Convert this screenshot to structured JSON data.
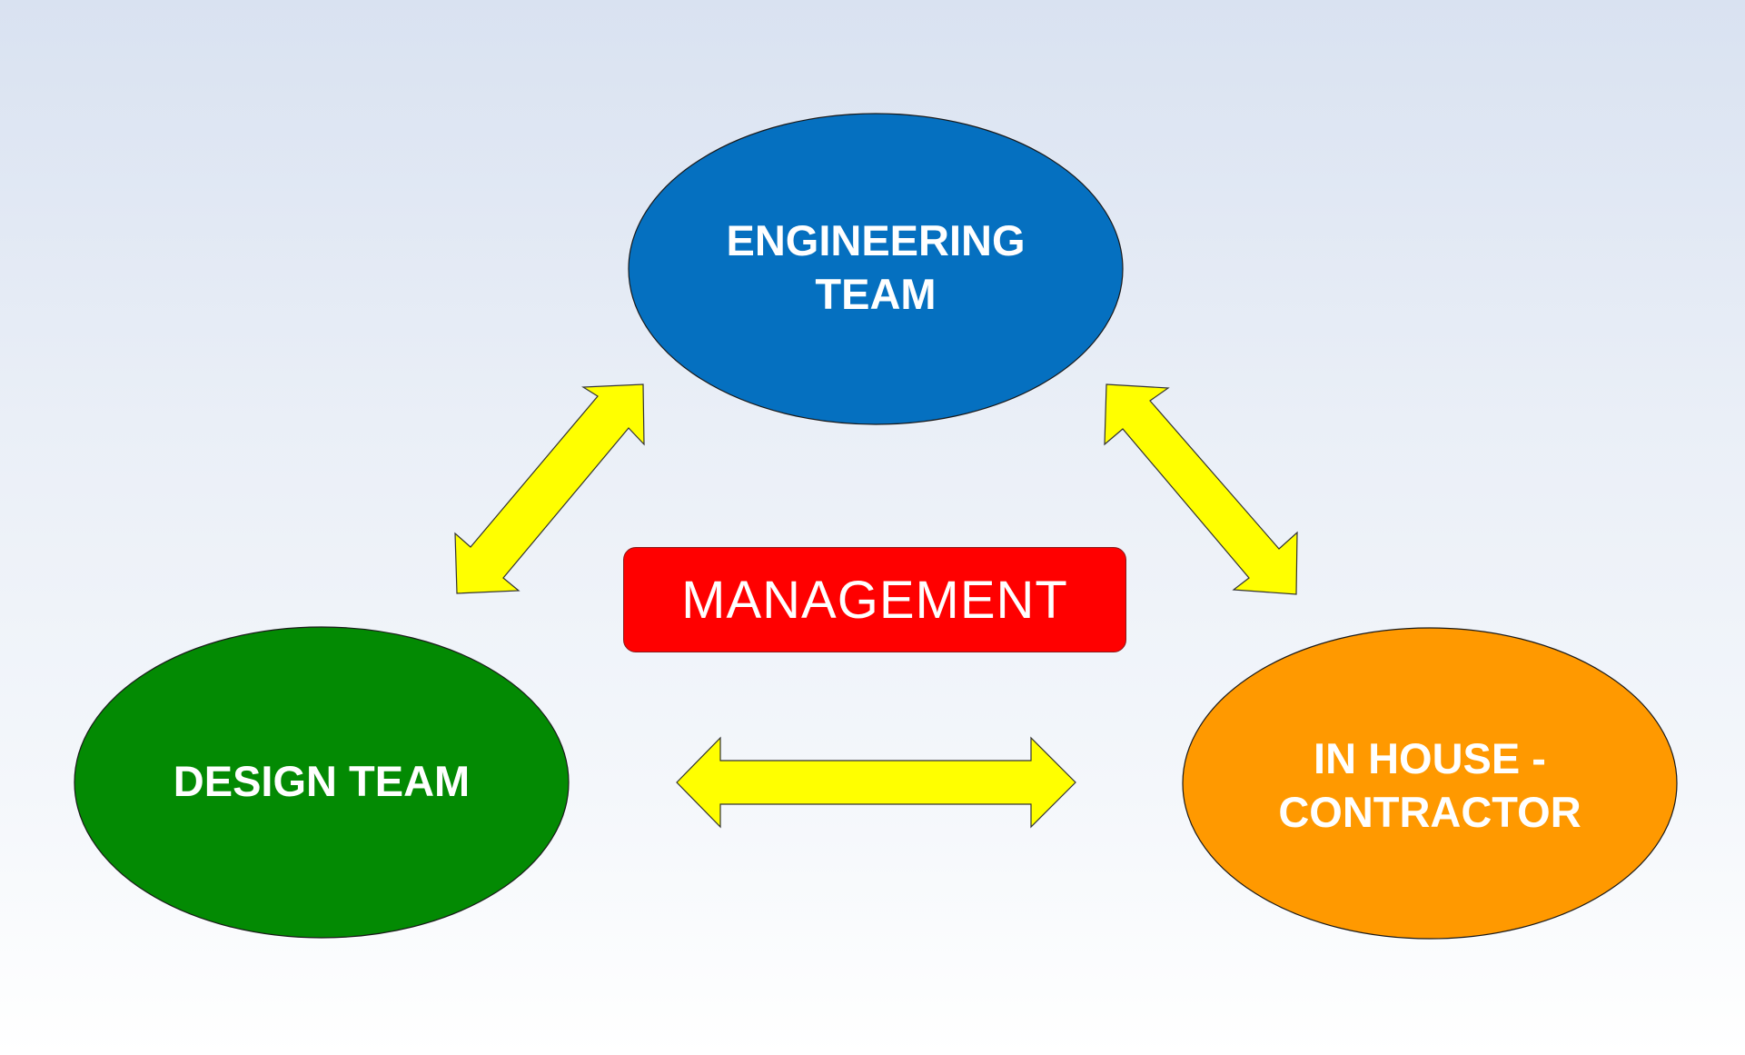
{
  "diagram": {
    "nodes": {
      "engineering": {
        "label": "ENGINEERING\nTEAM",
        "color": "#0570c0"
      },
      "design": {
        "label": "DESIGN TEAM",
        "color": "#038a03"
      },
      "contractor": {
        "label": "IN HOUSE -\nCONTRACTOR",
        "color": "#ff9900"
      }
    },
    "center": {
      "label": "MANAGEMENT",
      "color": "#ff0000"
    },
    "arrow_color": "#ffff00"
  }
}
